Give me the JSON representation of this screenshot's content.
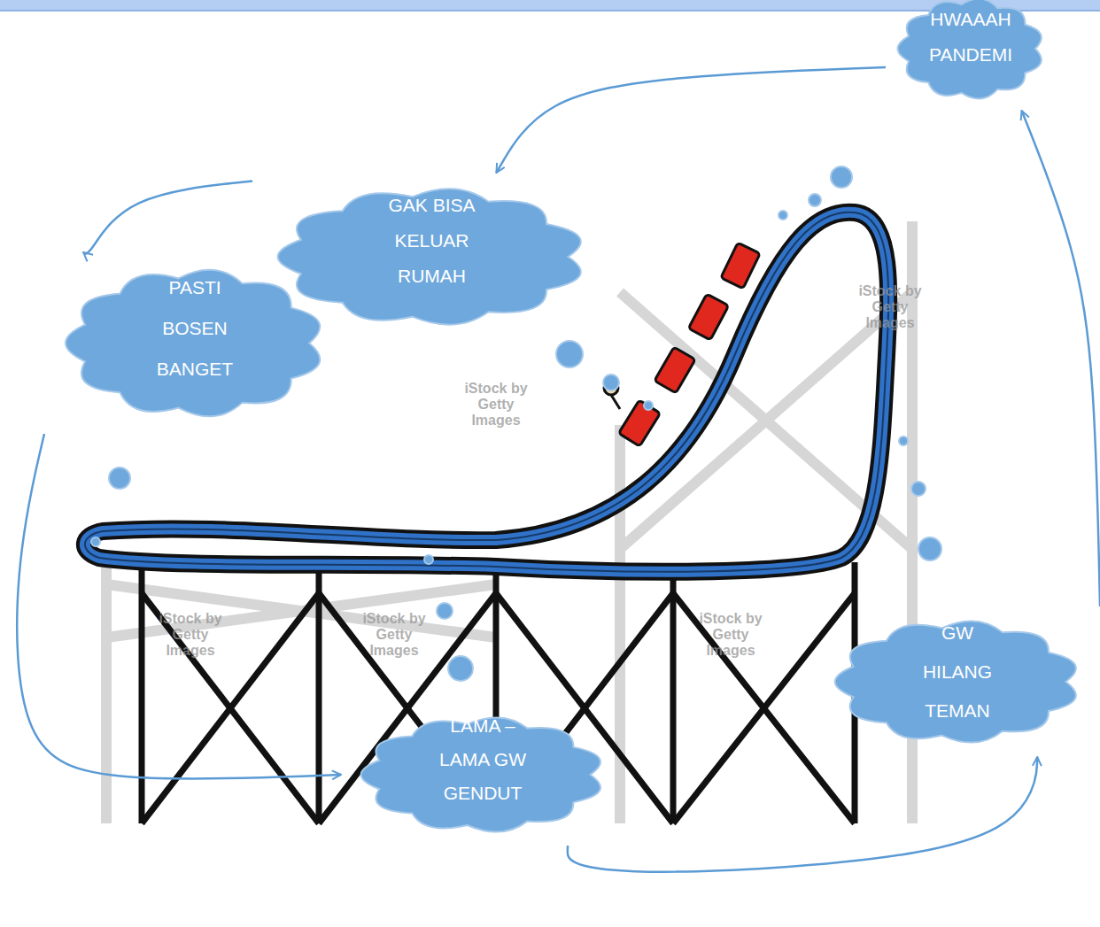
{
  "diagram": {
    "nodes": [
      {
        "text": [
          "HWAAAH PANDEMI"
        ]
      },
      {
        "text": [
          "GAK BISA KELUAR RUMAH"
        ]
      },
      {
        "text": [
          "PASTI BOSEN BANGET"
        ]
      },
      {
        "text": [
          "LAMA – LAMA GW GENDUT"
        ]
      },
      {
        "text": [
          "GW HILANG TEMAN"
        ]
      }
    ],
    "edges": [
      {
        "from": 0,
        "to": 1,
        "arrow": "to"
      },
      {
        "from": 1,
        "to": 2,
        "arrow": "to"
      },
      {
        "from": 2,
        "to": 3,
        "arrow": "to"
      },
      {
        "from": 3,
        "to": 4,
        "arrow": "to"
      },
      {
        "from": 4,
        "to": 0,
        "arrow": "to"
      }
    ],
    "labels": [
      "iStock by Getty Images",
      "iStock by Getty Images",
      "iStock by Getty Images",
      "iStock by Getty Images",
      "iStock by Getty Images"
    ]
  }
}
